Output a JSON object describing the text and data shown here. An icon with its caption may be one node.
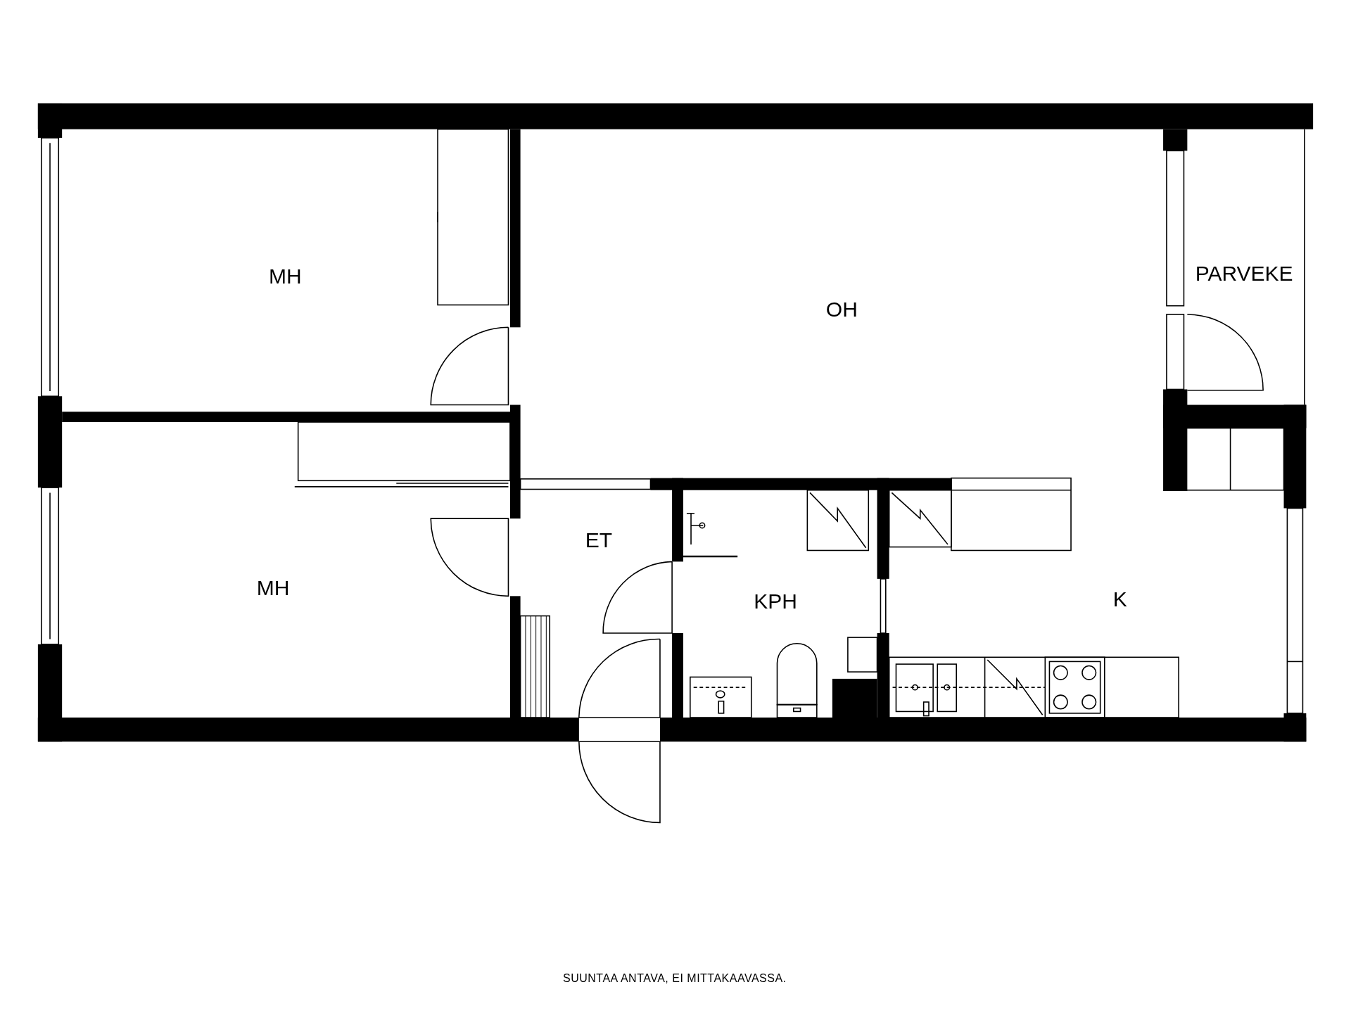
{
  "diagram": {
    "caption": "SUUNTAA ANTAVA, EI MITTAKAAVASSA.",
    "labels": [
      "MH",
      "OH",
      "PARVEKE",
      "MH",
      "ET",
      "KPH",
      "K"
    ]
  }
}
